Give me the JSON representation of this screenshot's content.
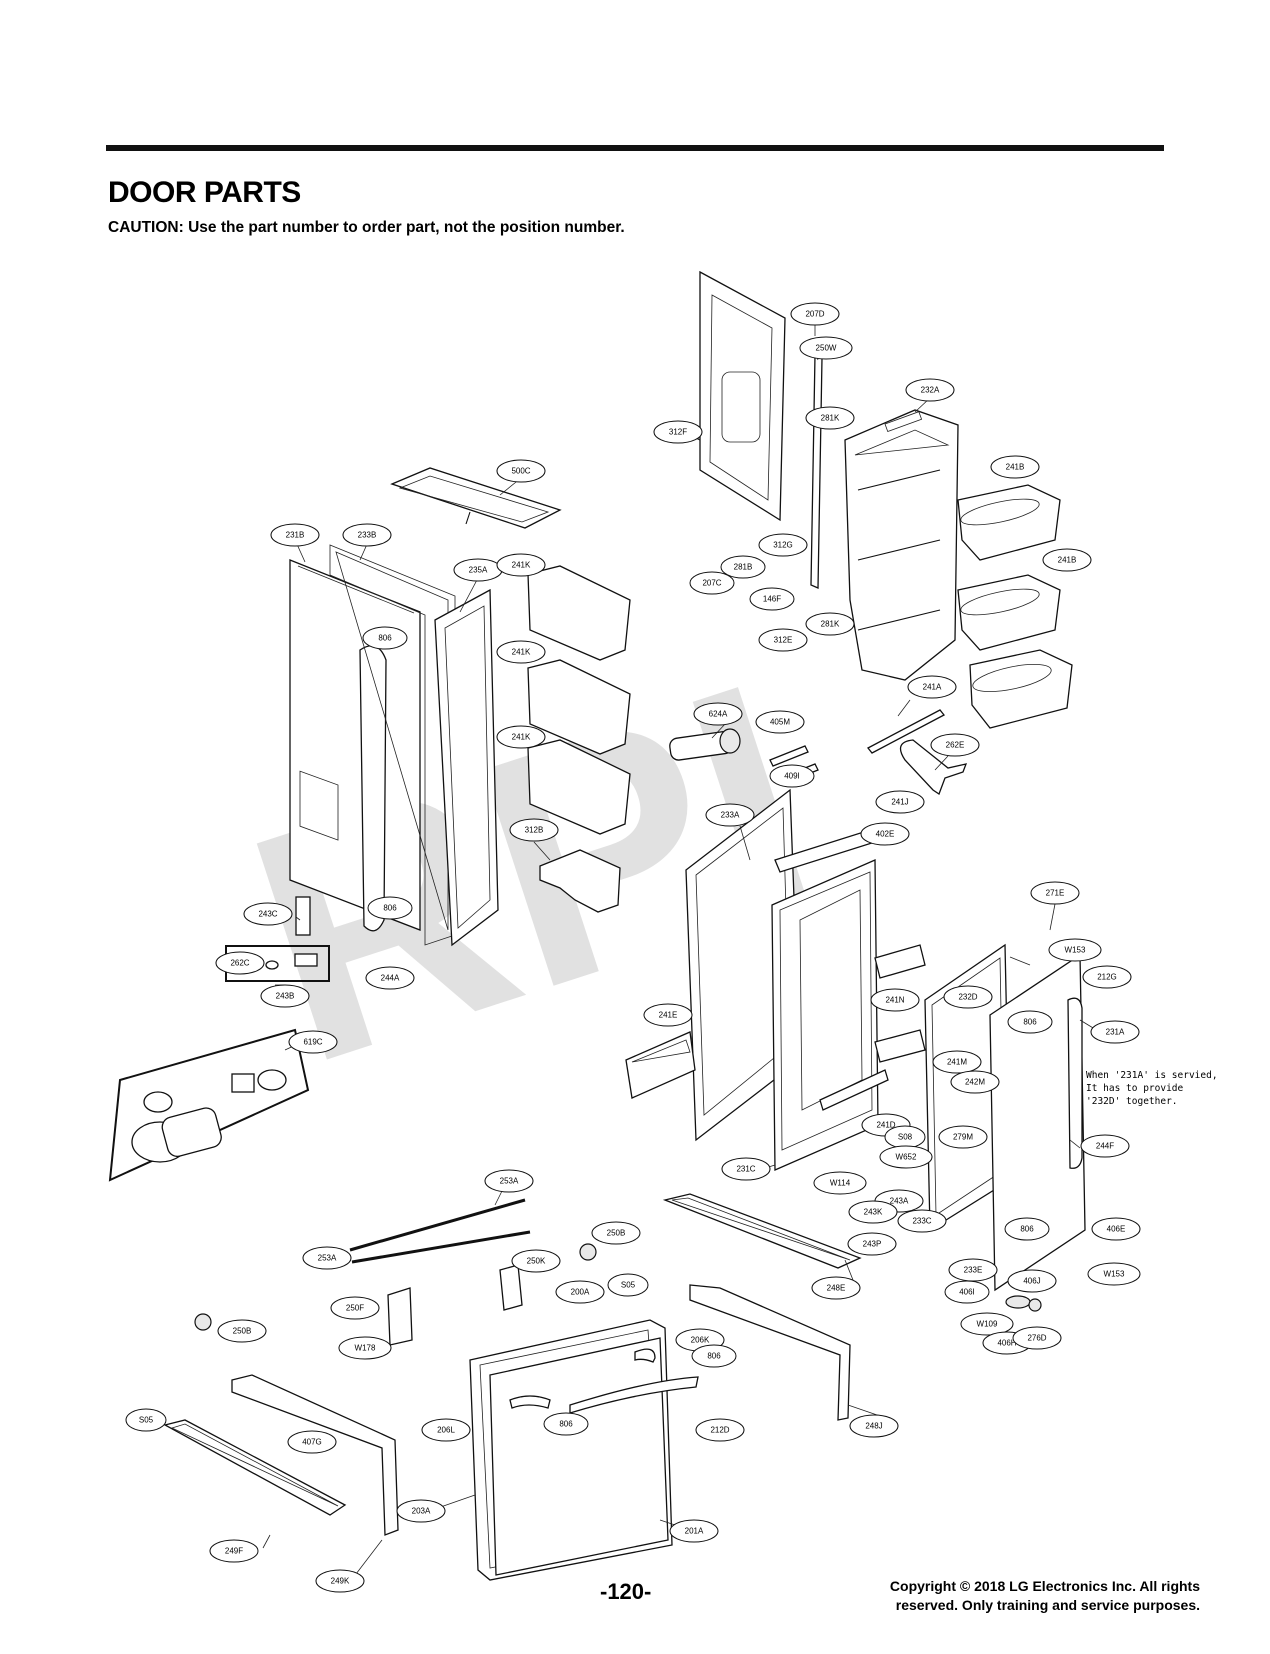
{
  "header": {
    "title": "DOOR PARTS",
    "caution": "CAUTION: Use the part number to order part, not the position number."
  },
  "watermark": "RPI",
  "note": {
    "line1": "When '231A' is servied,",
    "line2": "It has to provide",
    "line3": "'232D' together."
  },
  "footer": {
    "page_number": "-120-",
    "copyright_line1": "Copyright © 2018 LG Electronics Inc. All rights",
    "copyright_line2": "reserved. Only training and service purposes."
  },
  "labels": {
    "l207D": "207D",
    "l250W": "250W",
    "l232A": "232A",
    "l281K_a": "281K",
    "l312F": "312F",
    "l500C": "500C",
    "l241B_a": "241B",
    "l231B": "231B",
    "l233B": "233B",
    "l235A": "235A",
    "l241K_a": "241K",
    "l312G": "312G",
    "l281B": "281B",
    "l207C": "207C",
    "l146F": "146F",
    "l241B_b": "241B",
    "l806_a": "806",
    "l281K_b": "281K",
    "l312E": "312E",
    "l241K_b": "241K",
    "l241A": "241A",
    "l624A": "624A",
    "l405M": "405M",
    "l262E": "262E",
    "l241K_c": "241K",
    "l409I": "409I",
    "l241J": "241J",
    "l233A": "233A",
    "l312B": "312B",
    "l402E": "402E",
    "l271E": "271E",
    "l243C": "243C",
    "l806_b": "806",
    "l262C": "262C",
    "l244A": "244A",
    "l243B": "243B",
    "lW153_a": "W153",
    "l212G": "212G",
    "l232D": "232D",
    "l241N": "241N",
    "l241E": "241E",
    "l806_c": "806",
    "l231A": "231A",
    "l619C": "619C",
    "l241M": "241M",
    "l242M": "242M",
    "l241D": "241D",
    "lS08": "S08",
    "l279M": "279M",
    "lW652": "W652",
    "l244F": "244F",
    "l231C": "231C",
    "lW114": "W114",
    "l243A": "243A",
    "l243K": "243K",
    "l233C": "233C",
    "l253A": "253A",
    "l406E": "406E",
    "l243P": "243P",
    "l806_d": "806",
    "l250B_a": "250B",
    "l253A_b": "253A",
    "l250K": "250K",
    "lS05_a": "S05",
    "l248E": "248E",
    "lW153_b": "W153",
    "l233E": "233E",
    "l200A": "200A",
    "l406I": "406I",
    "l406J": "406J",
    "l250F": "250F",
    "lW109": "W109",
    "l406H": "406H",
    "l276D": "276D",
    "l250B_b": "250B",
    "l206K": "206K",
    "l806_e": "806",
    "lW178": "W178",
    "lS05_b": "S05",
    "l206L": "206L",
    "l806_f": "806",
    "l212D": "212D",
    "l248J": "248J",
    "l407G": "407G",
    "l203A": "203A",
    "l201A": "201A",
    "l249F": "249F",
    "l249K": "249K"
  }
}
